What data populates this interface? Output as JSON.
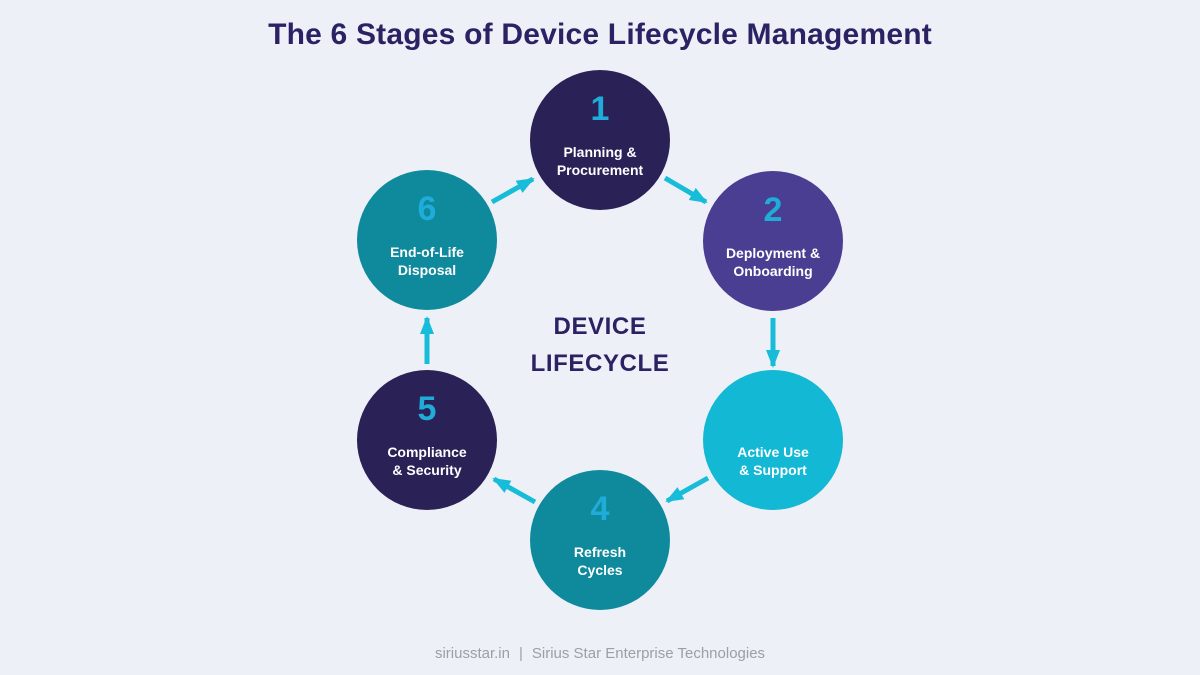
{
  "title": "The 6 Stages of Device Lifecycle Management",
  "center": {
    "line1": "DEVICE",
    "line2": "LIFECYCLE"
  },
  "stages": [
    {
      "number": "1",
      "label_lines": [
        "Planning &",
        "Procurement"
      ],
      "color": "#2a2157"
    },
    {
      "number": "2",
      "label_lines": [
        "Deployment &",
        "Onboarding"
      ],
      "color": "#4a3e92"
    },
    {
      "number": "",
      "label_lines": [
        "Active Use",
        "& Support"
      ],
      "color": "#12b8d4"
    },
    {
      "number": "4",
      "label_lines": [
        "Refresh",
        "Cycles"
      ],
      "color": "#0f8a9d"
    },
    {
      "number": "5",
      "label_lines": [
        "Compliance",
        "& Security"
      ],
      "color": "#2a2157"
    },
    {
      "number": "6",
      "label_lines": [
        "End-of-Life",
        "Disposal"
      ],
      "color": "#0f8a9d"
    }
  ],
  "footer": {
    "site": "siriusstar.in",
    "separator": "|",
    "company": "Sirius Star Enterprise Technologies"
  },
  "colors": {
    "background": "#edf1f7",
    "heading": "#2b2264",
    "number": "#1facd8",
    "arrow": "#17bcd9",
    "footer_text": "#9aa0a6"
  }
}
